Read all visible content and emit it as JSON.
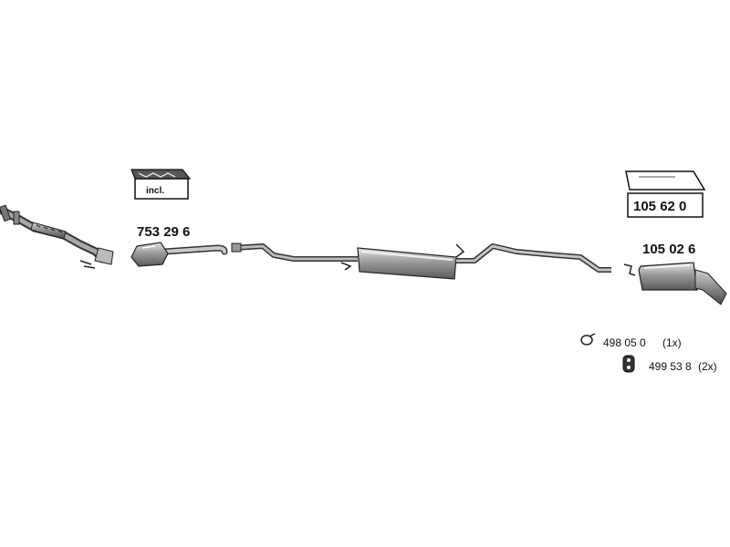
{
  "parts": {
    "front_pipe": {},
    "catalytic_converter": {
      "part_number": "753 29 6",
      "kit_label": "incl."
    },
    "middle_silencer": {},
    "rear_silencer": {
      "part_number": "105 02 6",
      "kit_box_number": "105 62 0"
    }
  },
  "mounting": {
    "ring": {
      "part_number": "498 05 0",
      "quantity": "(1x)"
    },
    "hanger": {
      "part_number": "499 53 8",
      "quantity": "(2x)"
    }
  }
}
